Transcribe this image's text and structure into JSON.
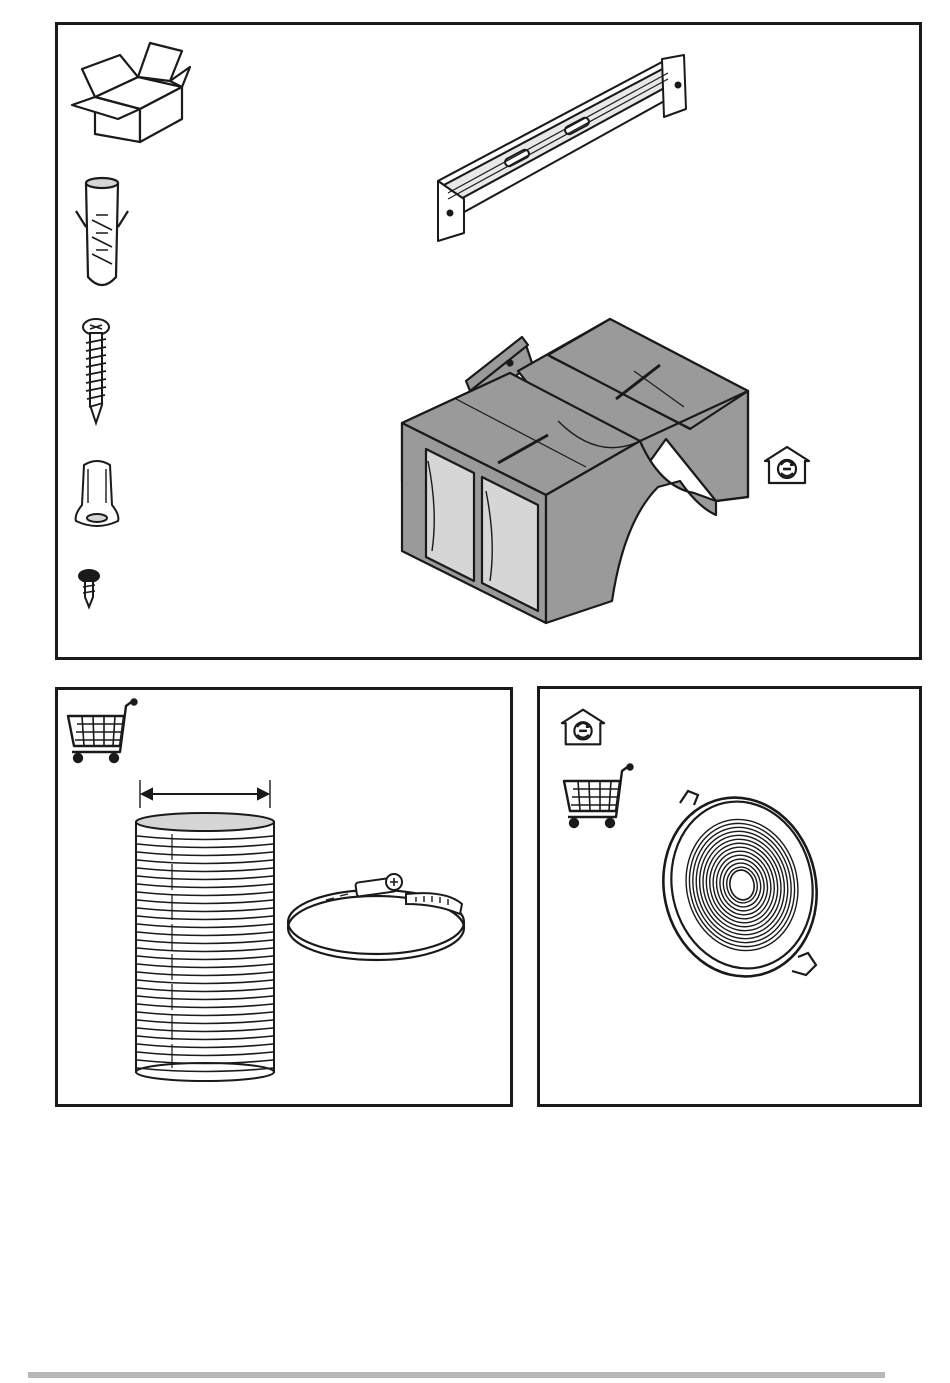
{
  "sheet": {
    "sections": [
      {
        "id": "supplied-parts",
        "icons": [
          "box-icon"
        ],
        "parts": [
          "wall-anchor-icon",
          "wood-screw-icon",
          "spacer-bushing-icon",
          "short-screw-icon",
          "mounting-bracket",
          "air-deflector",
          "recirculation-icon"
        ]
      },
      {
        "id": "optional-ducting",
        "icons": [
          "shopping-cart-icon"
        ],
        "parts": [
          "flexible-duct",
          "hose-clamp"
        ]
      },
      {
        "id": "optional-filter",
        "icons": [
          "recirculation-icon",
          "shopping-cart-icon"
        ],
        "parts": [
          "charcoal-filter"
        ]
      }
    ]
  },
  "colors": {
    "line": "#1a1a1a",
    "gray_fill": "#9a9a9a",
    "light_fill": "#d6d6d6",
    "rule": "#b8b8b8"
  }
}
